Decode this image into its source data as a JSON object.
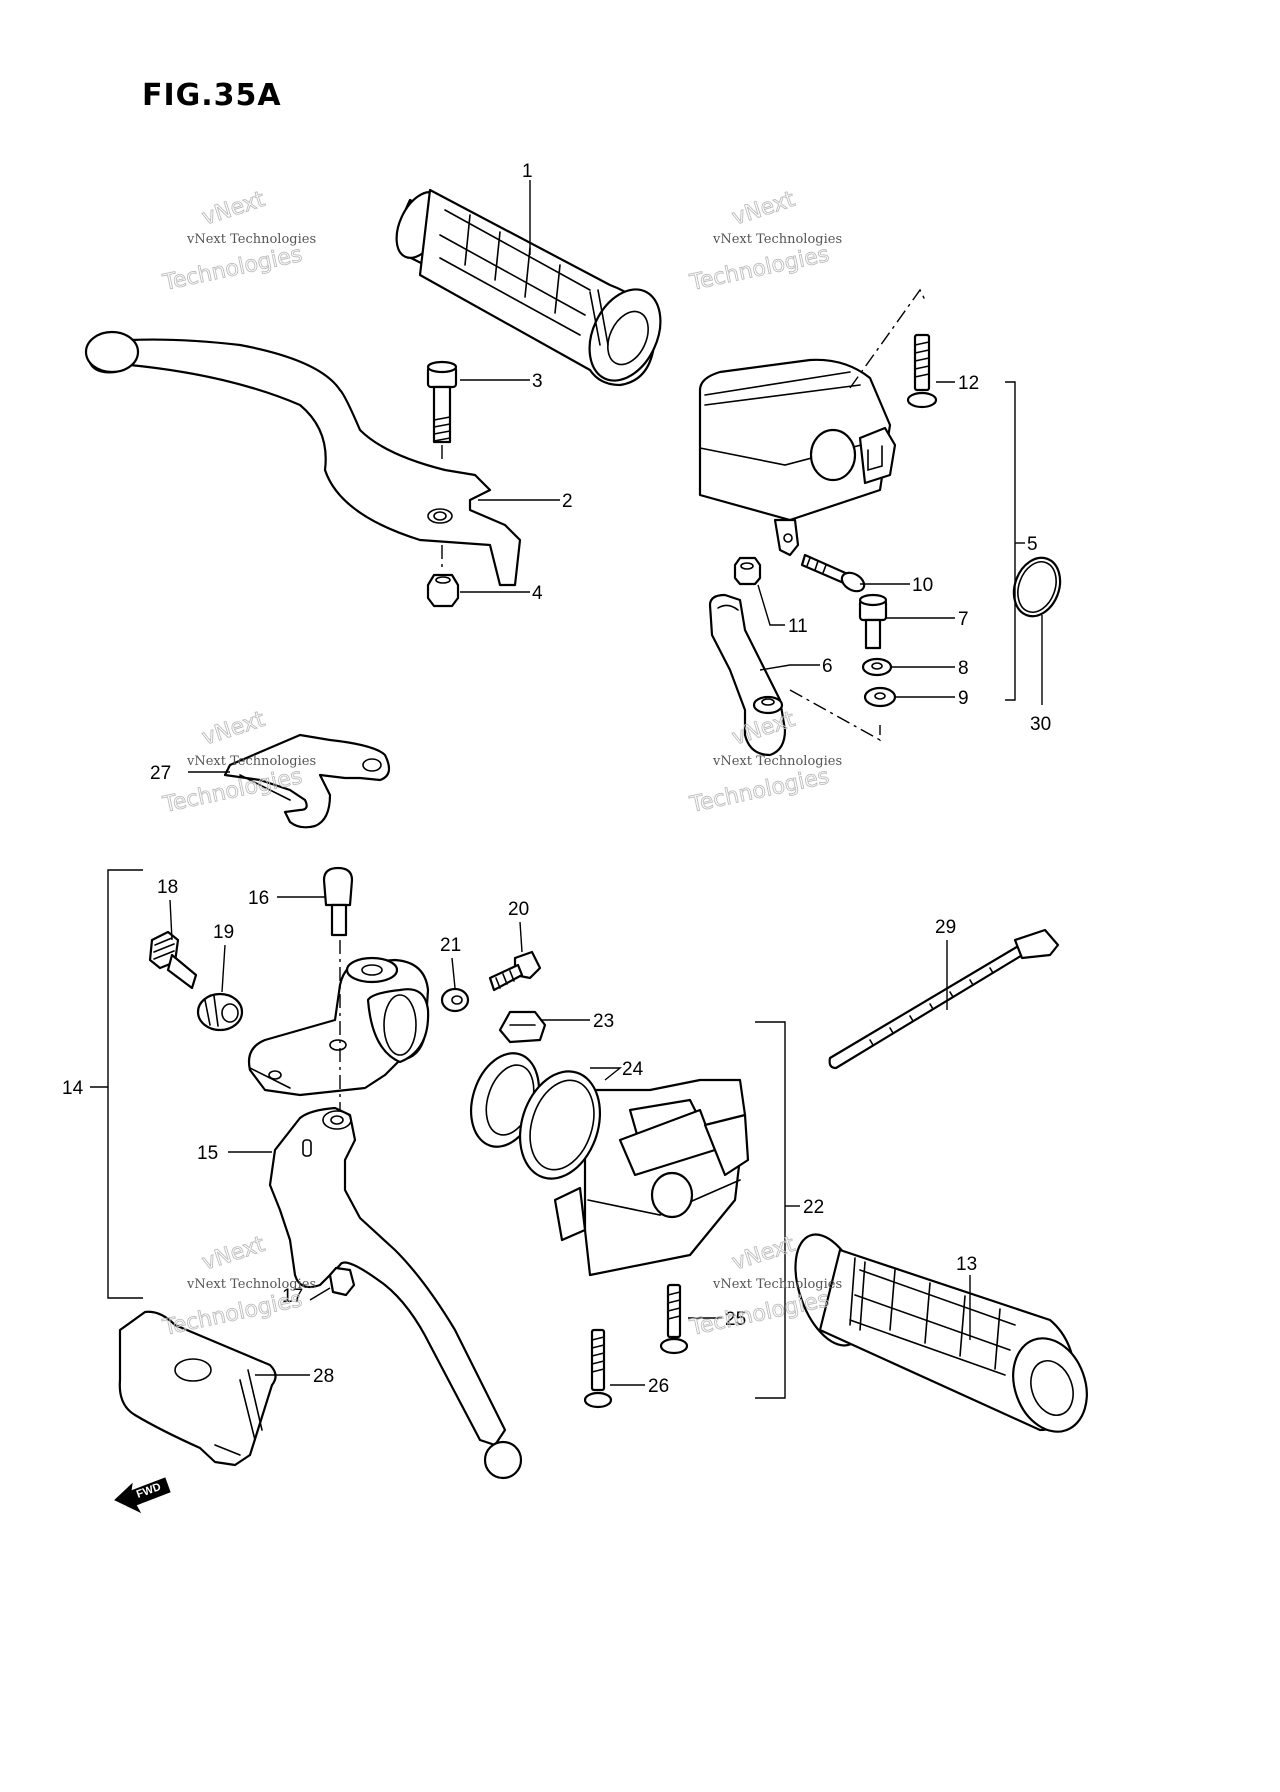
{
  "figure": {
    "title": "FIG.35A"
  },
  "watermark": {
    "line1": "vNext Technologies",
    "line2": "vNext",
    "line3": "Technologies"
  },
  "fwd_label": "FWD",
  "callouts": [
    "1",
    "2",
    "3",
    "4",
    "5",
    "6",
    "7",
    "8",
    "9",
    "10",
    "11",
    "12",
    "13",
    "14",
    "15",
    "16",
    "17",
    "18",
    "19",
    "20",
    "21",
    "22",
    "23",
    "24",
    "25",
    "26",
    "27",
    "28",
    "29",
    "30"
  ]
}
